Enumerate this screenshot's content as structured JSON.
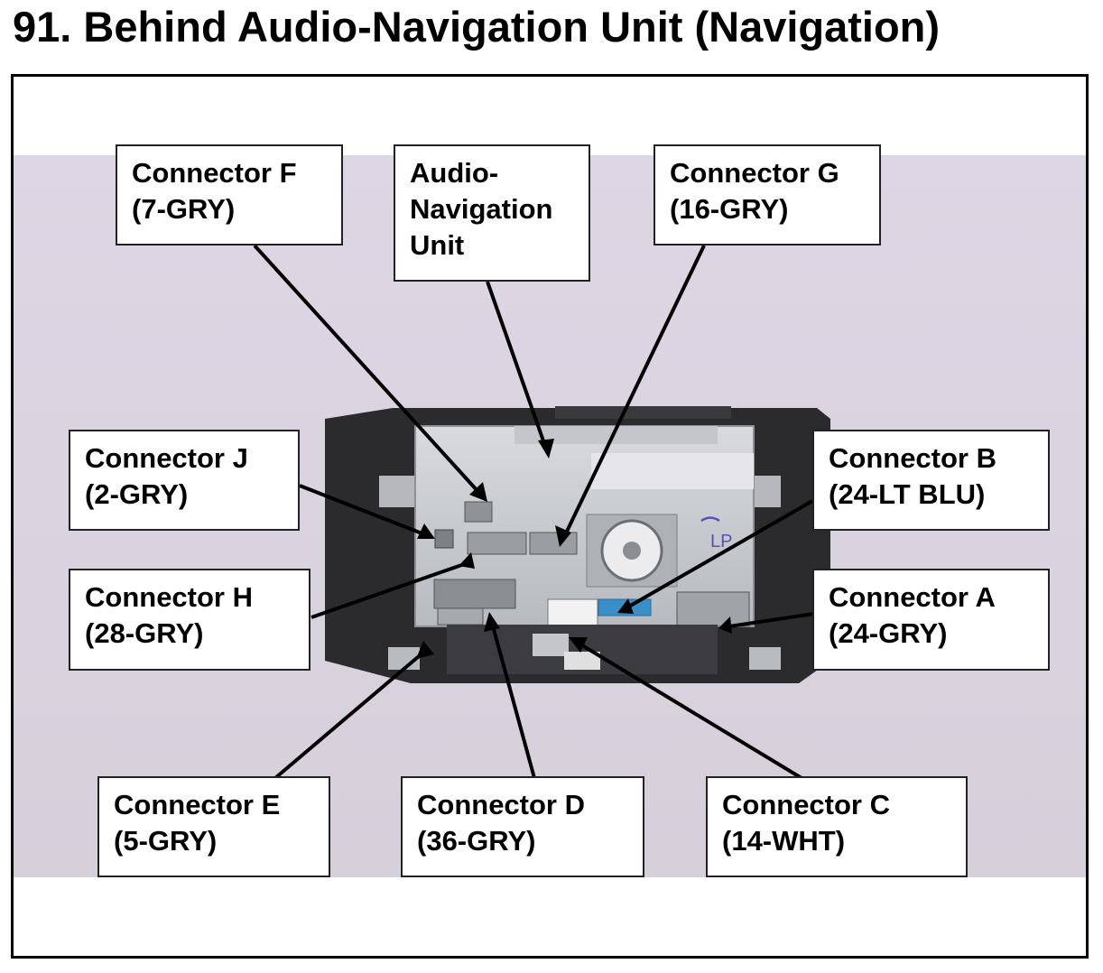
{
  "title": "91.  Behind Audio-Navigation Unit (Navigation)",
  "callouts": {
    "connector_f": {
      "line1": "Connector F",
      "line2": "(7-GRY)"
    },
    "audio_nav_unit": {
      "line1": "Audio-",
      "line2": "Navigation",
      "line3": "Unit"
    },
    "connector_g": {
      "line1": "Connector G",
      "line2": "(16-GRY)"
    },
    "connector_j": {
      "line1": "Connector J",
      "line2": "(2-GRY)"
    },
    "connector_b": {
      "line1": "Connector B",
      "line2": "(24-LT BLU)"
    },
    "connector_h": {
      "line1": "Connector H",
      "line2": "(28-GRY)"
    },
    "connector_a": {
      "line1": "Connector A",
      "line2": "(24-GRY)"
    },
    "connector_e": {
      "line1": "Connector E",
      "line2": "(5-GRY)"
    },
    "connector_d": {
      "line1": "Connector D",
      "line2": "(36-GRY)"
    },
    "connector_c": {
      "line1": "Connector C",
      "line2": "(14-WHT)"
    }
  },
  "unit_label_text": "LP",
  "colors": {
    "background": "#dcd5e2",
    "unit_metal": "#c9ccd1",
    "unit_dark": "#2b2b2e",
    "connector_gray": "#8f9296",
    "connector_blue": "#3b8fc9",
    "connector_white": "#f2f2f2",
    "arrow": "#000000"
  }
}
